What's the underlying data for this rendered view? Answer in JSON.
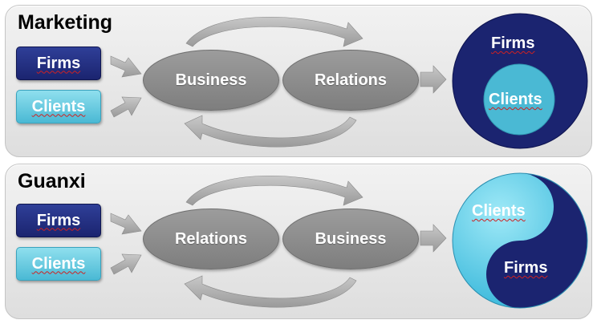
{
  "panels": [
    {
      "title": "Marketing",
      "inputs": [
        "Firms",
        "Clients"
      ],
      "stages": [
        "Business",
        "Relations"
      ],
      "result": {
        "outer": "Firms",
        "inner": "Clients"
      }
    },
    {
      "title": "Guanxi",
      "inputs": [
        "Firms",
        "Clients"
      ],
      "stages": [
        "Relations",
        "Business"
      ],
      "result": {
        "top": "Clients",
        "bottom": "Firms"
      }
    }
  ],
  "colors": {
    "navy": "#1b2470",
    "cyan": "#4ab9d4",
    "gray_oval": "#8c8c8c",
    "arrow_gray": "#a3a3a3"
  }
}
